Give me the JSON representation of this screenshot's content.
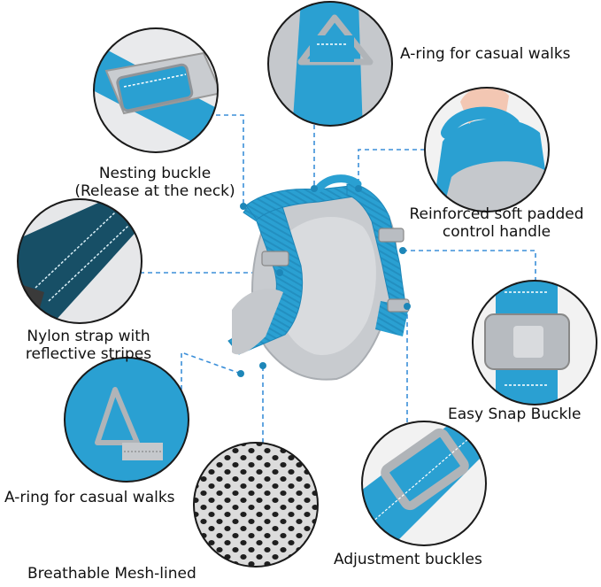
{
  "callouts": {
    "a_ring_top": "A-ring for casual walks",
    "nesting_buckle_line1": "Nesting buckle",
    "nesting_buckle_line2": "(Release at the neck)",
    "handle_line1": "Reinforced soft padded",
    "handle_line2": "control handle",
    "nylon_line1": "Nylon strap with",
    "nylon_line2": "reflective stripes",
    "snap_buckle": "Easy Snap Buckle",
    "a_ring_bottom": "A-ring for casual walks",
    "adjustment": "Adjustment buckles",
    "mesh": "Breathable Mesh-lined"
  },
  "colors": {
    "strap_blue": "#2ea3d4",
    "strap_dark": "#1a7fb0",
    "padding_grey": "#c9ccd0",
    "leader_line": "#3b8fd9",
    "circle_border": "#1a1a1a"
  }
}
